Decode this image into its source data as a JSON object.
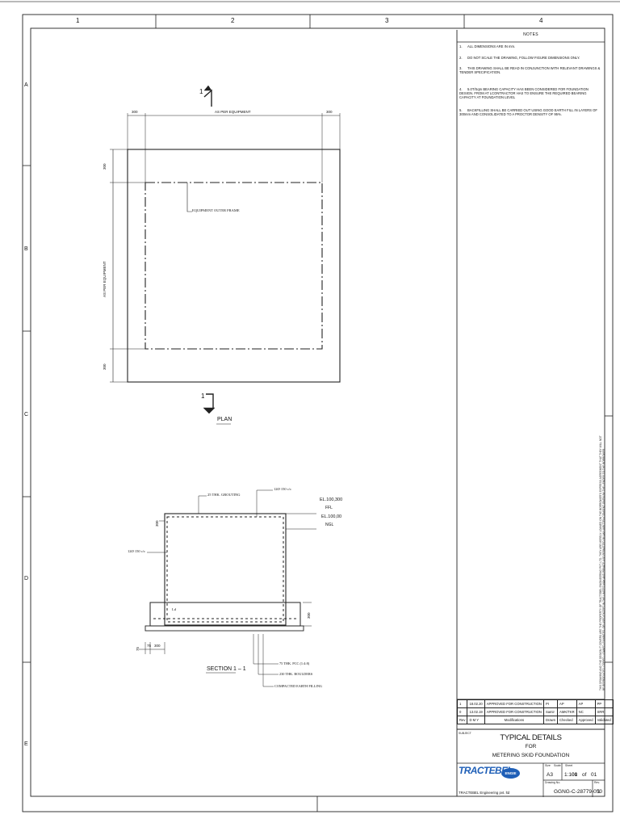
{
  "border": {
    "columns": [
      "1",
      "2",
      "3",
      "4"
    ],
    "rows": [
      "A",
      "B",
      "C",
      "D",
      "E"
    ]
  },
  "plan": {
    "section_marker_top": "1",
    "section_marker_bottom": "1",
    "dim_left": "300",
    "dim_top_mid": "AS PER EQUIPMENT",
    "dim_right": "300",
    "dim_v_top": "300",
    "dim_v_mid": "AS PER EQUIPMENT",
    "dim_v_bottom": "300",
    "frame_label": "EQUIPMENT OUTER FRAME",
    "caption": "PLAN"
  },
  "section": {
    "grouting": "25 THK. GROUTING",
    "rebar_top": "12Ø 150 c/c",
    "el_top": "EL.100,300",
    "ffl": "FFL",
    "el_ngl": "EL.100,00",
    "ngl": "NGL",
    "rebar_left": "12Ø 150 c/c",
    "dim_side_top": "300",
    "ld": "Ld",
    "dim_side_right": "300",
    "dim_bottom_a": "75",
    "dim_bottom_b": "300",
    "dim_bottom_c": "75",
    "pcc": "75 THK. PCC (1:4:8)",
    "boulders": "230 THK. BOULDERS",
    "earth": "COMPACTED EARTH FILLING",
    "caption": "SECTION  1 – 1"
  },
  "notes": {
    "title": "NOTES",
    "items": [
      {
        "n": "1.",
        "text": "ALL DIMENSIONS ARE IN mm."
      },
      {
        "n": "2.",
        "text": "DO NOT SCALE THE DRAWING, FOLLOW FIGURE DIMENSIONS ONLY."
      },
      {
        "n": "3.",
        "text": "THIS DRAWING SHALL BE READ IN CONJUNCTION WITH RELEVANT DRAWINGS & TENDER SPECIFICATION."
      },
      {
        "n": "4.",
        "text": "5.0T/Sqm BEARING CAPACITY HAS BEEN CONSIDERED FOR FOUNDATION DESIGN. FROM AT LCONTRACTOR HAS TO ENSURE THE REQUIRED BEARING CAPACITY AT FOUNDATION LEVEL"
      },
      {
        "n": "5.",
        "text": "BACKFILLING SHALL BE CARRIED OUT USING GOOD EARTH FILL IN LAYERS OF 300mm AND CONSOLIDATED TO A PROCTOR DENSITY OF 95%."
      }
    ],
    "side_note": "THIS DRAWING AND THE DESIGN IT COVERS ARE THE PROPERTY OF TRACTEBEL ENGINEERING PVT. LTD. THEY ARE MERELY LOANED ON THE BORROWER'S EXPRESS AGREEMENT THAT THEY WILL NOT BE REPRODUCED, COPIED, LOANED, EXHIBITED, OR USED EXCEPT IN THE LIMITED WAY AND PRIVATE USE PERMITTED BY ANY WRITTEN CONSENT GIVEN BY THE LENDER TO THE BORROWER."
  },
  "revisions": [
    {
      "rev": "1",
      "date": "18.02.20",
      "desc": "APPROVED FOR CONSTRUCTION",
      "drawn": "PI",
      "checked": "AP",
      "approved": "AP",
      "validated": "PP"
    },
    {
      "rev": "0",
      "date": "13.02.19",
      "desc": "APPROVED FOR CONSTRUCTION",
      "drawn": "Samir",
      "checked": "AMK/TKR",
      "approved": "NC",
      "validated": "SRR"
    }
  ],
  "rev_header": {
    "rev": "Rev",
    "date": "D   M   Y",
    "desc": "Modifications",
    "drawn": "Drawn",
    "checked": "Checked",
    "approved": "Approved",
    "validated": "Validated"
  },
  "title_block": {
    "subject_label": "SUBJECT",
    "title": "TYPICAL DETAILS",
    "for": "FOR",
    "subtitle": "METERING SKID FOUNDATION",
    "size_label": "Size",
    "size": "A3",
    "scale_label": "Scale",
    "scale": "1:100",
    "sheet_label": "Sheet",
    "sheet": "01",
    "of": "of",
    "sheets": "01",
    "company": "TRACTEBEL",
    "badge": "ENGIE",
    "company_full": "TRACTEBEL Engineering pvt. ltd",
    "drawing_no_label": "Drawing No.",
    "drawing_no": "GGNG-C-28779-050",
    "rev_label": "Rev.",
    "rev": "1"
  }
}
